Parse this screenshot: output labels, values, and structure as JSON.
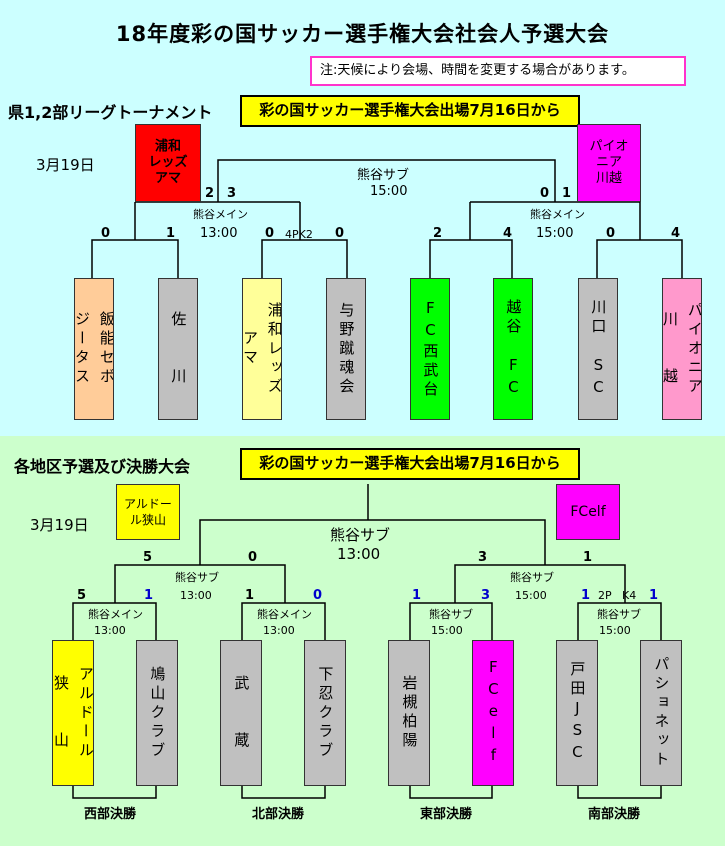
{
  "title": "18年度彩の国サッカー選手権大会社会人予選大会",
  "note": "注:天候により会場、時間を変更する場合があります。",
  "top": {
    "heading": "県1,2部リーグトーナメント",
    "banner": "彩の国サッカー選手権大会出場7月16日から",
    "date": "3月19日",
    "left_winner": "浦和\nレッズ\nアマ",
    "right_winner": "パイオ\nニア\n川越",
    "final_venue": "熊谷サブ",
    "final_time": "15:00",
    "final_score_l1": "2",
    "final_score_l2": "3",
    "final_score_r1": "0",
    "final_score_r2": "1",
    "semi_left_venue": "熊谷メイン",
    "semi_left_time": "13:00",
    "semi_right_venue": "熊谷メイン",
    "semi_right_time": "15:00",
    "pk": "4PK2",
    "scores": [
      "0",
      "1",
      "0",
      "0",
      "2",
      "4",
      "0",
      "4"
    ],
    "teams": [
      {
        "cols": [
          "飯能セボ",
          "ジータス"
        ],
        "color": "#ffcc99"
      },
      {
        "cols": [
          "佐　　川"
        ],
        "color": "#c0c0c0"
      },
      {
        "cols": [
          "浦和レッズ",
          "アマ"
        ],
        "color": "#ffff99"
      },
      {
        "cols": [
          "与野蹴魂会"
        ],
        "color": "#c0c0c0"
      },
      {
        "cols": [
          "FC西武台"
        ],
        "color": "#00ff00"
      },
      {
        "cols": [
          "越谷　FC"
        ],
        "color": "#00ff00"
      },
      {
        "cols": [
          "川口　SC"
        ],
        "color": "#c0c0c0"
      },
      {
        "cols": [
          "パイオニア",
          "川　　越"
        ],
        "color": "#ff99cc"
      }
    ]
  },
  "bottom": {
    "heading": "各地区予選及び決勝大会",
    "banner": "彩の国サッカー選手権大会出場7月16日から",
    "date": "3月19日",
    "left_winner": "アルドー\nル狭山",
    "right_winner": "FCelf",
    "final_venue": "熊谷サブ",
    "final_time": "13:00",
    "final_score_l": "5",
    "final_score_l2": "0",
    "final_score_r": "3",
    "final_score_r2": "1",
    "semi_venue": "熊谷サブ",
    "semi_left_time": "13:00",
    "semi_right_time": "15:00",
    "q_labels": [
      {
        "venue": "熊谷メイン",
        "time": "13:00"
      },
      {
        "venue": "熊谷メイン",
        "time": "13:00"
      },
      {
        "venue": "熊谷サブ",
        "time": "15:00"
      },
      {
        "venue": "熊谷サブ",
        "time": "15:00"
      }
    ],
    "q_scores": [
      "5",
      "1",
      "1",
      "0",
      "1",
      "3",
      "1",
      "1"
    ],
    "pk": "2P",
    "pk2": "K4",
    "teams": [
      {
        "cols": [
          "アルドール",
          "狭　　山"
        ],
        "color": "#ffff00"
      },
      {
        "cols": [
          "鳩山クラブ"
        ],
        "color": "#c0c0c0"
      },
      {
        "cols": [
          "武　　蔵"
        ],
        "color": "#c0c0c0"
      },
      {
        "cols": [
          "下忍クラブ"
        ],
        "color": "#c0c0c0"
      },
      {
        "cols": [
          "岩槻柏陽"
        ],
        "color": "#c0c0c0"
      },
      {
        "cols": [
          "FCelf"
        ],
        "color": "#ff00ff"
      },
      {
        "cols": [
          "戸田JSC"
        ],
        "color": "#c0c0c0"
      },
      {
        "cols": [
          "パショネット"
        ],
        "color": "#c0c0c0"
      }
    ],
    "finals": [
      "西部決勝",
      "北部決勝",
      "東部決勝",
      "南部決勝"
    ]
  }
}
